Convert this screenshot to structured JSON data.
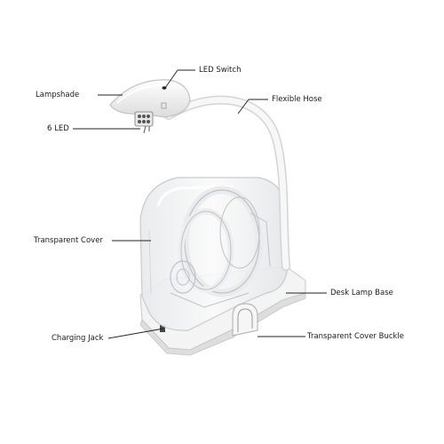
{
  "labels": {
    "led_switch": "LED Switch",
    "lampshade": "Lampshade",
    "flexible_hose": "Flexible Hose",
    "six_led": "6 LED",
    "transparent_cover": "Transparent Cover",
    "desk_lamp_base": "Desk Lamp Base",
    "charging_jack": "Charging Jack",
    "transparent_cover_buckle": "Transparent Cover Buckle"
  },
  "colors": {
    "product_white": "#f2f2f2",
    "outline": "#cfcfcf",
    "leader_line": "#222222"
  }
}
